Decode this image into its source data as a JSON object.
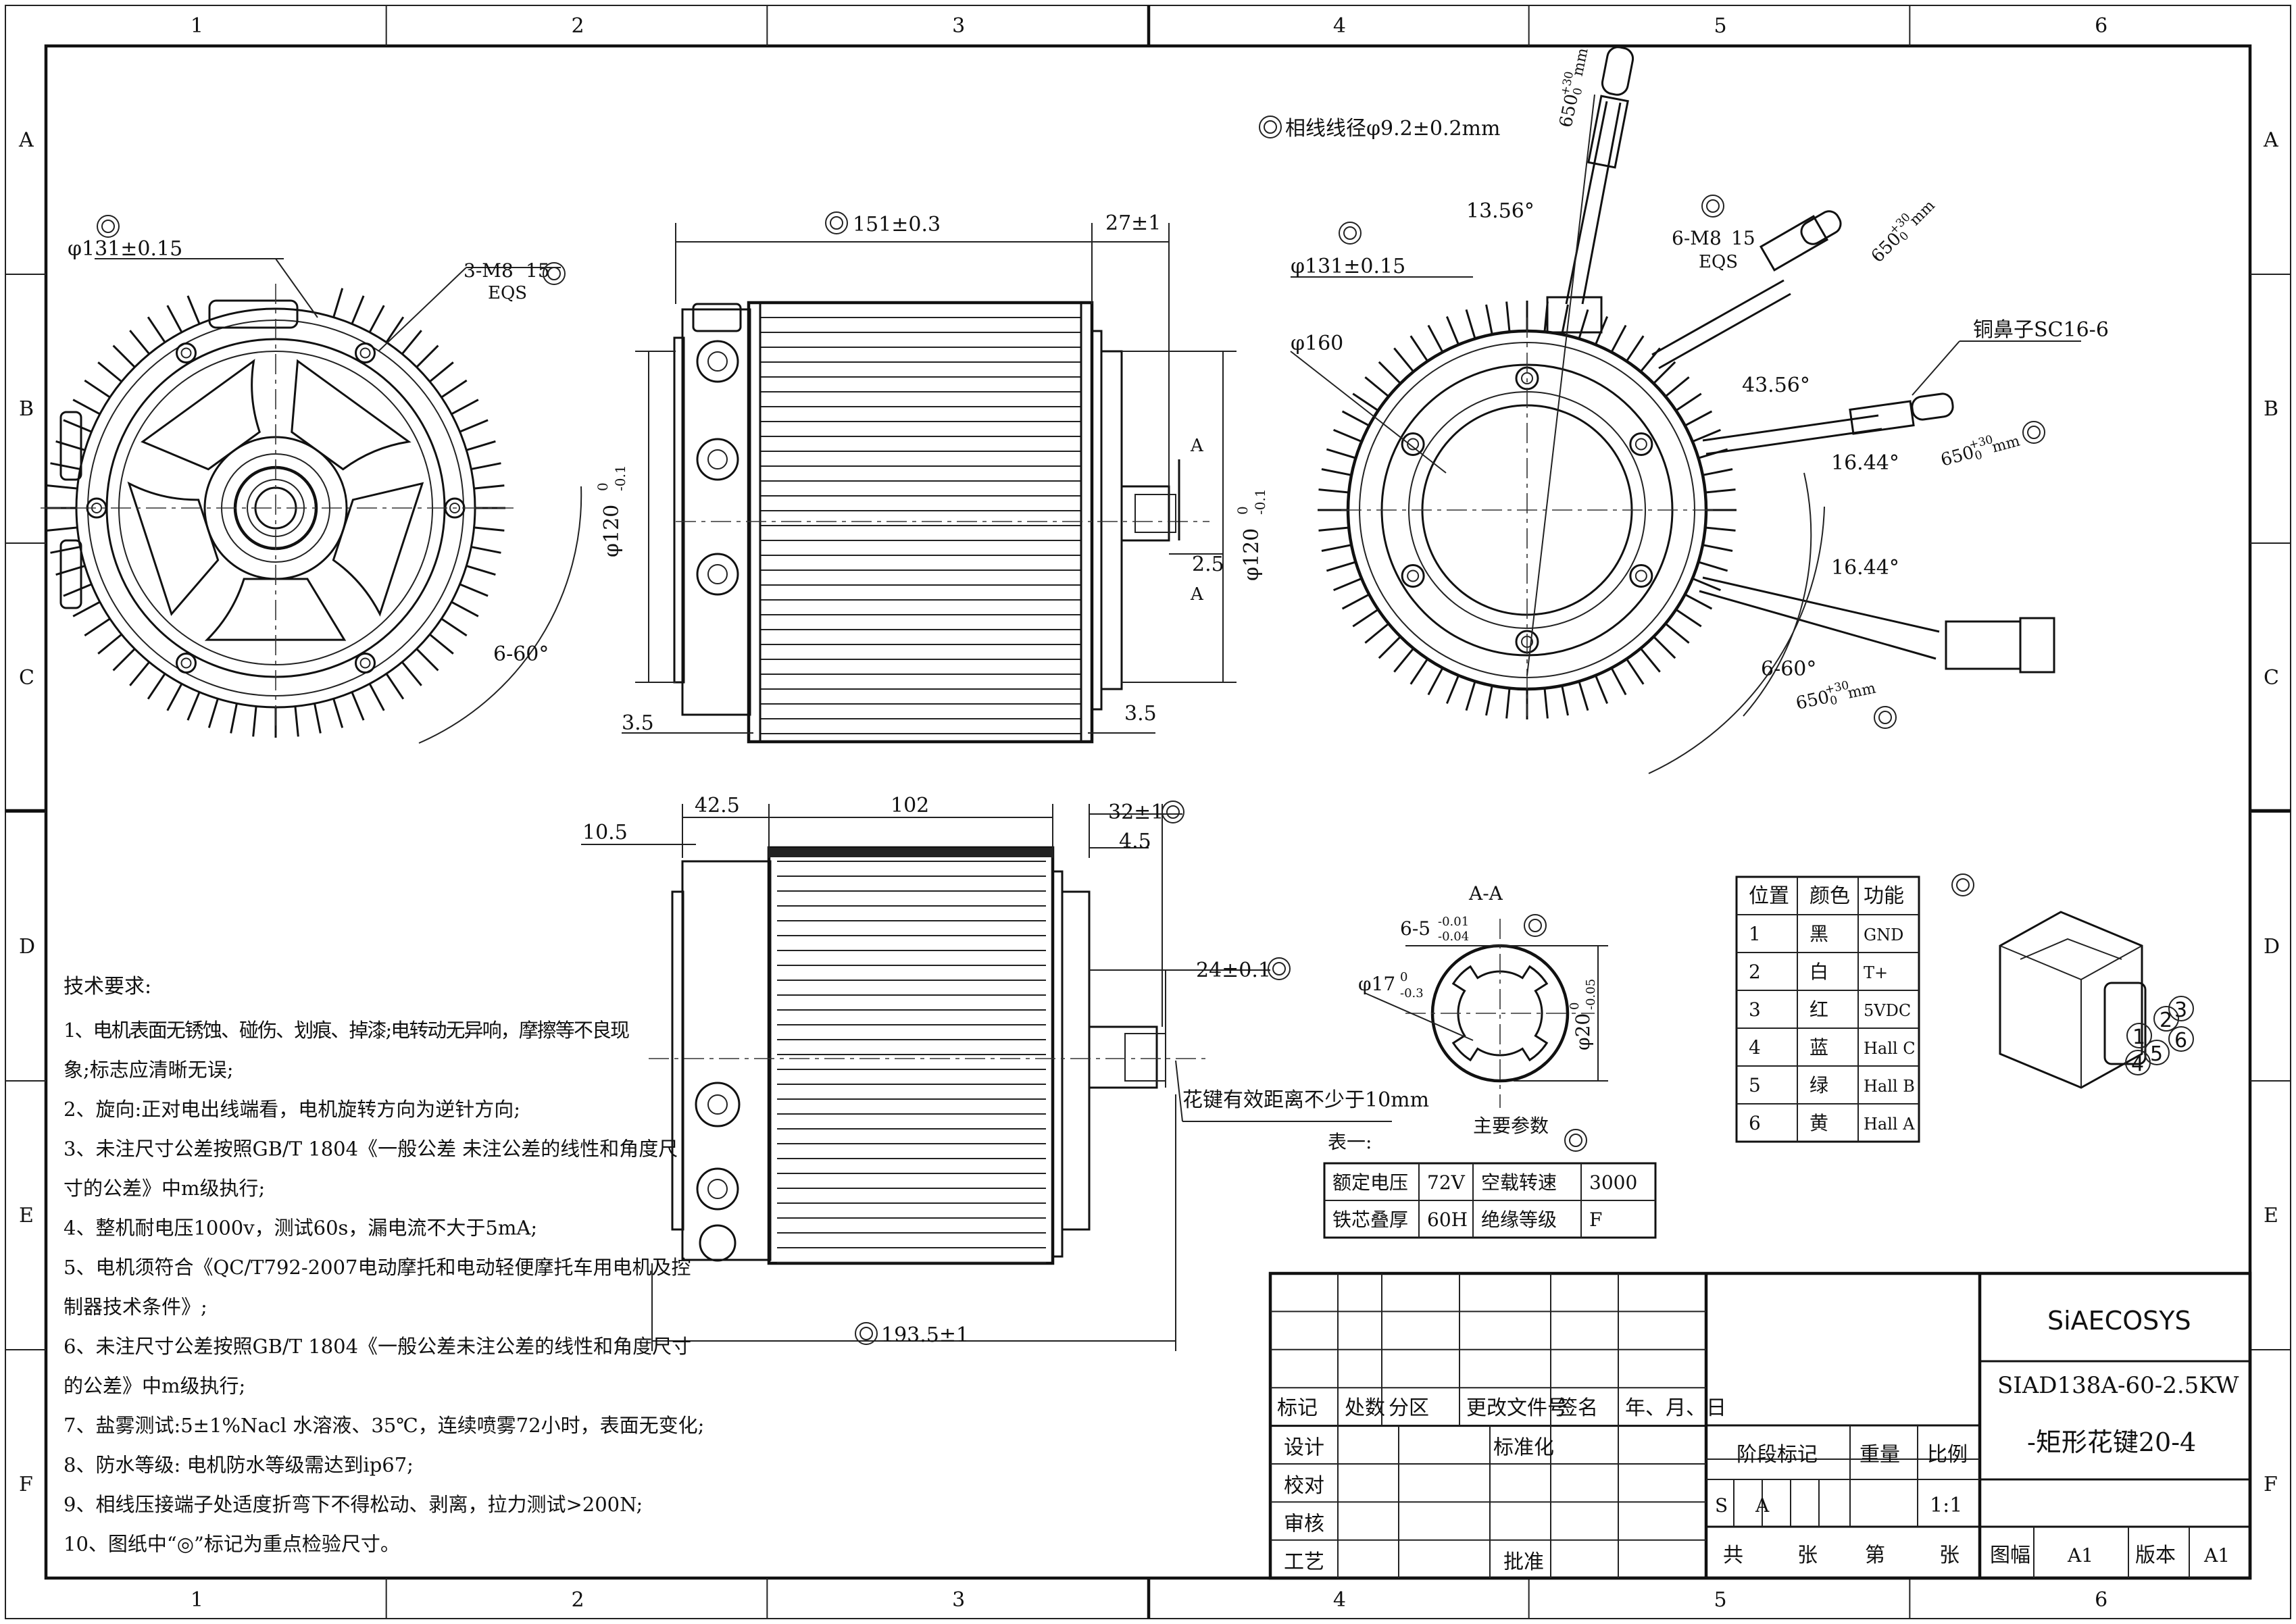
{
  "frame": {
    "col_labels": [
      "1",
      "2",
      "3",
      "4",
      "5",
      "6"
    ],
    "row_labels": [
      "A",
      "B",
      "C",
      "D",
      "E",
      "F"
    ]
  },
  "view_front": {
    "dia_outer": "φ131±0.15",
    "bolts": "3-M8",
    "bolt_depth": "15",
    "eqs": "EQS",
    "angle": "6-60°"
  },
  "view_side": {
    "length": "151±0.3",
    "shaft_len": "27±1",
    "pilot_dia": "φ120",
    "pilot_tol_up": "0",
    "pilot_tol_low": "-0.1",
    "pilot_dia_right": "φ120",
    "shaft_step": "2.5",
    "left_gap": "3.5",
    "right_gap": "3.5",
    "section_mark": "A"
  },
  "view_rear": {
    "phase_wire": "相线线径φ9.2±0.2mm",
    "dia_131": "φ131±0.15",
    "dia_160": "φ160",
    "bolts": "6-M8",
    "bolt_depth": "15",
    "eqs": "EQS",
    "terminal": "铜鼻子SC16-6",
    "angle_13": "13.56°",
    "angle_43": "43.56°",
    "angle_16a": "16.44°",
    "angle_16b": "16.44°",
    "angle_60": "6-60°",
    "wire_len": "650",
    "wire_tol_up": "+30",
    "wire_tol_low": "0",
    "wire_unit": "mm"
  },
  "view_bottom": {
    "d_10_5": "10.5",
    "d_42_5": "42.5",
    "d_102": "102",
    "d_32": "32±1",
    "d_4_5": "4.5",
    "d_24": "24±0.1",
    "d_193": "193.5±1",
    "spline_note": "花键有效距离不少于10mm"
  },
  "section_aa": {
    "title": "A-A",
    "key": "6-5",
    "key_tol_up": "-0.01",
    "key_tol_low": "-0.04",
    "d17": "φ17",
    "d17_up": "0",
    "d17_low": "-0.3",
    "d20": "φ20",
    "d20_up": "0",
    "d20_low": "-0.05"
  },
  "params": {
    "title": "主要参数",
    "table_label": "表一:",
    "rows": [
      [
        "额定电压",
        "72V",
        "空载转速",
        "3000"
      ],
      [
        "铁芯叠厚",
        "60H",
        "绝缘等级",
        "F"
      ]
    ]
  },
  "pin_table": {
    "headers": [
      "位置",
      "颜色",
      "功能"
    ],
    "rows": [
      [
        "1",
        "黑",
        "GND"
      ],
      [
        "2",
        "白",
        "T+"
      ],
      [
        "3",
        "红",
        "5VDC"
      ],
      [
        "4",
        "蓝",
        "Hall C"
      ],
      [
        "5",
        "绿",
        "Hall B"
      ],
      [
        "6",
        "黄",
        "Hall A"
      ]
    ],
    "connector_pins": [
      "1",
      "2",
      "3",
      "4",
      "5",
      "6"
    ]
  },
  "tech": {
    "title": "技术要求:",
    "lines": [
      "1、电机表面无锈蚀、碰伤、划痕、掉漆;电转动无异响，摩擦等不良现",
      "象;标志应清晰无误;",
      "2、旋向:正对电出线端看，电机旋转方向为逆针方向;",
      "3、未注尺寸公差按照GB/T 1804《一般公差 未注公差的线性和角度尺",
      "寸的公差》中m级执行;",
      "4、整机耐电压1000v，测试60s，漏电流不大于5mA;",
      "5、电机须符合《QC/T792-2007电动摩托和电动轻便摩托车用电机及控",
      "制器技术条件》;",
      "6、未注尺寸公差按照GB/T 1804《一般公差未注公差的线性和角度尺寸",
      "的公差》中m级执行;",
      "7、盐雾测试:5±1%Nacl 水溶液、35℃，连续喷雾72小时，表面无变化;",
      "8、防水等级: 电机防水等级需达到ip67;",
      "9、相线压接端子处适度折弯下不得松动、剥离，拉力测试>200N;",
      "10、图纸中“◎”标记为重点检验尺寸。"
    ]
  },
  "title_block": {
    "company": "SiAECOSYS",
    "model": "SIAD138A-60-2.5KW",
    "subtitle": "-矩形花键20-4",
    "rev_headers": [
      "标记",
      "处数",
      "分区",
      "更改文件号",
      "签名",
      "年、月、日"
    ],
    "roles": [
      "设计",
      "校对",
      "审核",
      "工艺"
    ],
    "std": "标准化",
    "approve": "批准",
    "stage": "阶段标记",
    "weight": "重量",
    "scale_label": "比例",
    "stage_s": "S",
    "stage_a": "A",
    "scale": "1:1",
    "total": "共",
    "sheets": "张",
    "page": "第",
    "sheet": "张",
    "size_label": "图幅",
    "size": "A1",
    "version_label": "版本",
    "version": "A1"
  }
}
